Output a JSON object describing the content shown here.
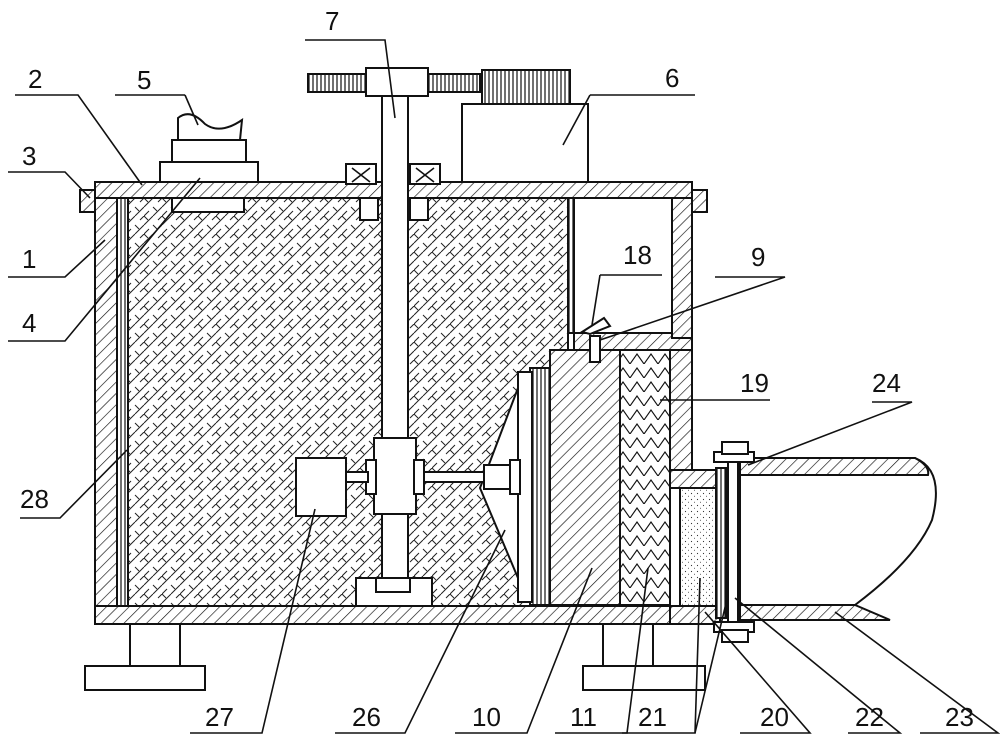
{
  "labels": {
    "l1": "1",
    "l2": "2",
    "l3": "3",
    "l4": "4",
    "l5": "5",
    "l6": "6",
    "l7": "7",
    "l9": "9",
    "l10": "10",
    "l11": "11",
    "l18": "18",
    "l19": "19",
    "l20": "20",
    "l21": "21",
    "l22": "22",
    "l23": "23",
    "l24": "24",
    "l26": "26",
    "l27": "27",
    "l28": "28"
  }
}
